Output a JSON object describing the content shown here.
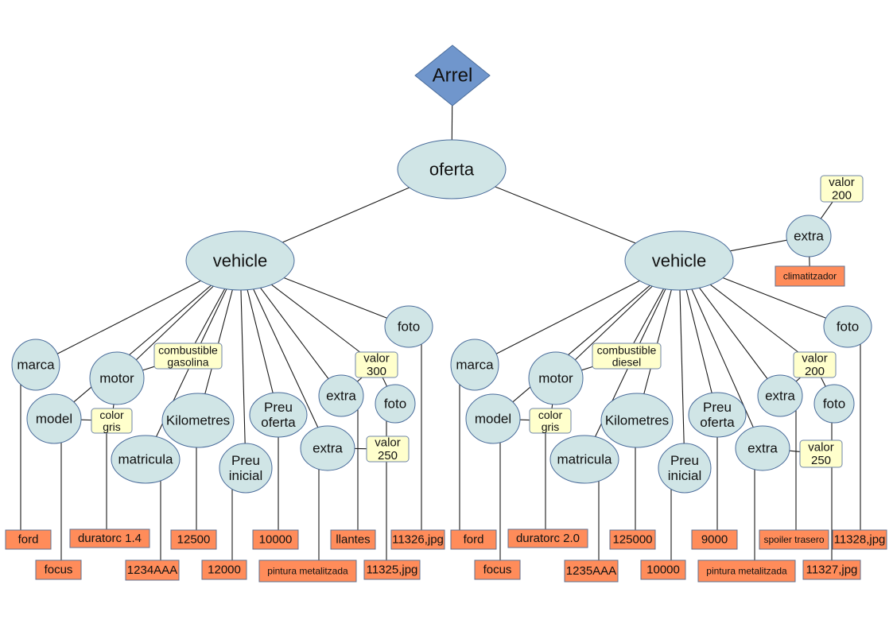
{
  "diagram": {
    "title": "Arrel",
    "colors": {
      "root": "#7096cc",
      "element": "#d0e5e6",
      "attribute": "#ffffcc",
      "text_value": "#ff8c5a",
      "stroke": "#4a6c9b"
    },
    "root": {
      "id": "arrel",
      "label": "Arrel",
      "type": "root"
    },
    "oferta": {
      "id": "oferta",
      "label": "oferta",
      "type": "element"
    },
    "nodes": [
      {
        "id": "arrel",
        "label": "Arrel",
        "type": "root"
      },
      {
        "id": "oferta",
        "label": "oferta",
        "type": "element"
      },
      {
        "id": "v1",
        "label": "vehicle",
        "type": "element"
      },
      {
        "id": "v1_marca",
        "label": "marca",
        "type": "element"
      },
      {
        "id": "v1_model",
        "label": "model",
        "type": "element"
      },
      {
        "id": "v1_motor",
        "label": "motor",
        "type": "element"
      },
      {
        "id": "v1_comb",
        "label": "combustible\ngasolina",
        "type": "attribute"
      },
      {
        "id": "v1_color",
        "label": "color\ngris",
        "type": "attribute"
      },
      {
        "id": "v1_matricula",
        "label": "matricula",
        "type": "element"
      },
      {
        "id": "v1_km",
        "label": "Kilometres",
        "type": "element"
      },
      {
        "id": "v1_preuini",
        "label": "Preu\ninicial",
        "type": "element"
      },
      {
        "id": "v1_preuof",
        "label": "Preu\noferta",
        "type": "element"
      },
      {
        "id": "v1_extra2",
        "label": "extra",
        "type": "element"
      },
      {
        "id": "v1_valor250",
        "label": "valor\n250",
        "type": "attribute"
      },
      {
        "id": "v1_extra1",
        "label": "extra",
        "type": "element"
      },
      {
        "id": "v1_valor300",
        "label": "valor\n300",
        "type": "attribute"
      },
      {
        "id": "v1_foto2",
        "label": "foto",
        "type": "element"
      },
      {
        "id": "v1_foto1",
        "label": "foto",
        "type": "element"
      },
      {
        "id": "v1_t_ford",
        "label": "ford",
        "type": "text"
      },
      {
        "id": "v1_t_focus",
        "label": "focus",
        "type": "text"
      },
      {
        "id": "v1_t_duratorc",
        "label": "duratorc 1.4",
        "type": "text"
      },
      {
        "id": "v1_t_matr",
        "label": "1234AAA",
        "type": "text"
      },
      {
        "id": "v1_t_km",
        "label": "12500",
        "type": "text"
      },
      {
        "id": "v1_t_preuini",
        "label": "12000",
        "type": "text"
      },
      {
        "id": "v1_t_preuof",
        "label": "10000",
        "type": "text"
      },
      {
        "id": "v1_t_pintura",
        "label": "pintura metalitzada",
        "type": "text",
        "small": true
      },
      {
        "id": "v1_t_llantes",
        "label": "llantes",
        "type": "text"
      },
      {
        "id": "v1_t_foto2",
        "label": "11325,jpg",
        "type": "text"
      },
      {
        "id": "v1_t_foto1",
        "label": "11326,jpg",
        "type": "text"
      },
      {
        "id": "v2",
        "label": "vehicle",
        "type": "element"
      },
      {
        "id": "v2_extraTop",
        "label": "extra",
        "type": "element"
      },
      {
        "id": "v2_valorTop",
        "label": "valor\n200",
        "type": "attribute"
      },
      {
        "id": "v2_t_clima",
        "label": "climatitzador",
        "type": "text",
        "small": true
      },
      {
        "id": "v2_marca",
        "label": "marca",
        "type": "element"
      },
      {
        "id": "v2_model",
        "label": "model",
        "type": "element"
      },
      {
        "id": "v2_motor",
        "label": "motor",
        "type": "element"
      },
      {
        "id": "v2_comb",
        "label": "combustible\ndiesel",
        "type": "attribute"
      },
      {
        "id": "v2_color",
        "label": "color\ngris",
        "type": "attribute"
      },
      {
        "id": "v2_matricula",
        "label": "matricula",
        "type": "element"
      },
      {
        "id": "v2_km",
        "label": "Kilometres",
        "type": "element"
      },
      {
        "id": "v2_preuini",
        "label": "Preu\ninicial",
        "type": "element"
      },
      {
        "id": "v2_preuof",
        "label": "Preu\noferta",
        "type": "element"
      },
      {
        "id": "v2_extra2",
        "label": "extra",
        "type": "element"
      },
      {
        "id": "v2_valor250",
        "label": "valor\n250",
        "type": "attribute"
      },
      {
        "id": "v2_extra1",
        "label": "extra",
        "type": "element"
      },
      {
        "id": "v2_valor200",
        "label": "valor\n200",
        "type": "attribute"
      },
      {
        "id": "v2_foto2",
        "label": "foto",
        "type": "element"
      },
      {
        "id": "v2_foto1",
        "label": "foto",
        "type": "element"
      },
      {
        "id": "v2_t_ford",
        "label": "ford",
        "type": "text"
      },
      {
        "id": "v2_t_focus",
        "label": "focus",
        "type": "text"
      },
      {
        "id": "v2_t_duratorc",
        "label": "duratorc 2.0",
        "type": "text"
      },
      {
        "id": "v2_t_matr",
        "label": "1235AAA",
        "type": "text"
      },
      {
        "id": "v2_t_km",
        "label": "125000",
        "type": "text"
      },
      {
        "id": "v2_t_preuini",
        "label": "10000",
        "type": "text"
      },
      {
        "id": "v2_t_preuof",
        "label": "9000",
        "type": "text"
      },
      {
        "id": "v2_t_pintura",
        "label": "pintura metalitzada",
        "type": "text",
        "small": true
      },
      {
        "id": "v2_t_spoiler",
        "label": "spoiler trasero",
        "type": "text",
        "small": true
      },
      {
        "id": "v2_t_foto2",
        "label": "11327,jpg",
        "type": "text"
      },
      {
        "id": "v2_t_foto1",
        "label": "11328,jpg",
        "type": "text"
      }
    ],
    "edges": [
      [
        "arrel",
        "oferta"
      ],
      [
        "oferta",
        "v1"
      ],
      [
        "oferta",
        "v2"
      ],
      [
        "v1",
        "v1_marca"
      ],
      [
        "v1",
        "v1_model"
      ],
      [
        "v1",
        "v1_motor"
      ],
      [
        "v1",
        "v1_comb"
      ],
      [
        "v1",
        "v1_matricula"
      ],
      [
        "v1",
        "v1_km"
      ],
      [
        "v1",
        "v1_preuini"
      ],
      [
        "v1",
        "v1_preuof"
      ],
      [
        "v1",
        "v1_extra2"
      ],
      [
        "v1",
        "v1_extra1"
      ],
      [
        "v1",
        "v1_valor300"
      ],
      [
        "v1",
        "v1_foto1"
      ],
      [
        "v1_motor",
        "v1_comb"
      ],
      [
        "v1_motor",
        "v1_color"
      ],
      [
        "v1_model",
        "v1_color"
      ],
      [
        "v1_extra1",
        "v1_valor300"
      ],
      [
        "v1_valor300",
        "v1_foto2"
      ],
      [
        "v1_extra2",
        "v1_valor250"
      ],
      [
        "v1_marca",
        "v1_t_ford"
      ],
      [
        "v1_model",
        "v1_t_focus"
      ],
      [
        "v1_color",
        "v1_t_duratorc"
      ],
      [
        "v1_matricula",
        "v1_t_matr"
      ],
      [
        "v1_km",
        "v1_t_km"
      ],
      [
        "v1_preuini",
        "v1_t_preuini"
      ],
      [
        "v1_preuof",
        "v1_t_preuof"
      ],
      [
        "v1_extra2",
        "v1_t_pintura"
      ],
      [
        "v1_extra1",
        "v1_t_llantes"
      ],
      [
        "v1_foto2",
        "v1_t_foto2"
      ],
      [
        "v1_foto1",
        "v1_t_foto1"
      ],
      [
        "v2",
        "v2_extraTop"
      ],
      [
        "v2_extraTop",
        "v2_valorTop"
      ],
      [
        "v2_extraTop",
        "v2_t_clima"
      ],
      [
        "v2",
        "v2_marca"
      ],
      [
        "v2",
        "v2_model"
      ],
      [
        "v2",
        "v2_motor"
      ],
      [
        "v2",
        "v2_comb"
      ],
      [
        "v2",
        "v2_matricula"
      ],
      [
        "v2",
        "v2_km"
      ],
      [
        "v2",
        "v2_preuini"
      ],
      [
        "v2",
        "v2_preuof"
      ],
      [
        "v2",
        "v2_extra2"
      ],
      [
        "v2",
        "v2_extra1"
      ],
      [
        "v2",
        "v2_valor200"
      ],
      [
        "v2",
        "v2_foto1"
      ],
      [
        "v2_motor",
        "v2_comb"
      ],
      [
        "v2_motor",
        "v2_color"
      ],
      [
        "v2_model",
        "v2_color"
      ],
      [
        "v2_extra1",
        "v2_valor200"
      ],
      [
        "v2_valor200",
        "v2_foto2"
      ],
      [
        "v2_extra2",
        "v2_valor250"
      ],
      [
        "v2_marca",
        "v2_t_ford"
      ],
      [
        "v2_model",
        "v2_t_focus"
      ],
      [
        "v2_color",
        "v2_t_duratorc"
      ],
      [
        "v2_matricula",
        "v2_t_matr"
      ],
      [
        "v2_km",
        "v2_t_km"
      ],
      [
        "v2_preuini",
        "v2_t_preuini"
      ],
      [
        "v2_preuof",
        "v2_t_preuof"
      ],
      [
        "v2_extra2",
        "v2_t_pintura"
      ],
      [
        "v2_extra1",
        "v2_t_spoiler"
      ],
      [
        "v2_foto2",
        "v2_t_foto2"
      ],
      [
        "v2_foto1",
        "v2_t_foto1"
      ]
    ]
  }
}
